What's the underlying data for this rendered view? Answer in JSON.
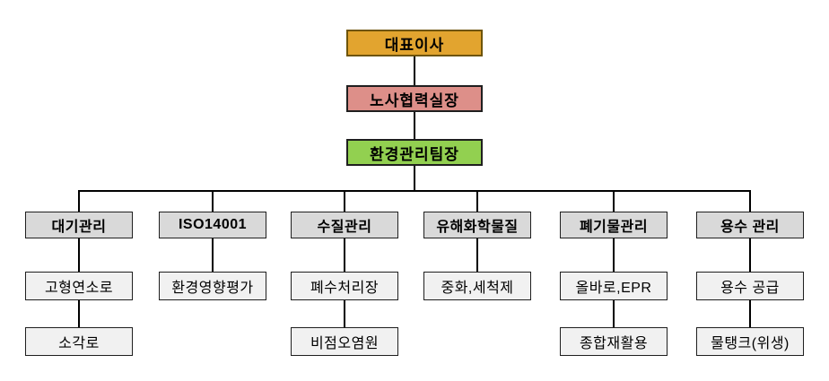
{
  "colors": {
    "ceo-fill": "#E2A42F",
    "ceo-border": "#6e5408",
    "office-fill": "#DD8F89",
    "office-border": "#1f1f1f",
    "team-fill": "#92D050",
    "team-border": "#1f1f1f",
    "dept-fill": "#D9D9D9",
    "dept-border": "#1f1f1f",
    "sub-fill": "#F1F1F1",
    "sub-border": "#1f1f1f",
    "line": "#000000"
  },
  "org_chart": {
    "top_nodes": [
      {
        "id": "ceo",
        "label": "대표이사"
      },
      {
        "id": "labor-cooperation-office",
        "label": "노사협력실장"
      },
      {
        "id": "environment-management-team",
        "label": "환경관리팀장"
      }
    ],
    "departments": [
      {
        "label": "대기관리",
        "children": [
          "고형연소로",
          "소각로"
        ]
      },
      {
        "label": "ISO14001",
        "children": [
          "환경영향평가"
        ]
      },
      {
        "label": "수질관리",
        "children": [
          "폐수처리장",
          "비점오염원"
        ]
      },
      {
        "label": "유해화학물질",
        "children": [
          "중화,세척제"
        ]
      },
      {
        "label": "폐기물관리",
        "children": [
          "올바로,EPR",
          "종합재활용"
        ]
      },
      {
        "label": "용수 관리",
        "children": [
          "용수 공급",
          "물탱크(위생)"
        ]
      }
    ]
  }
}
